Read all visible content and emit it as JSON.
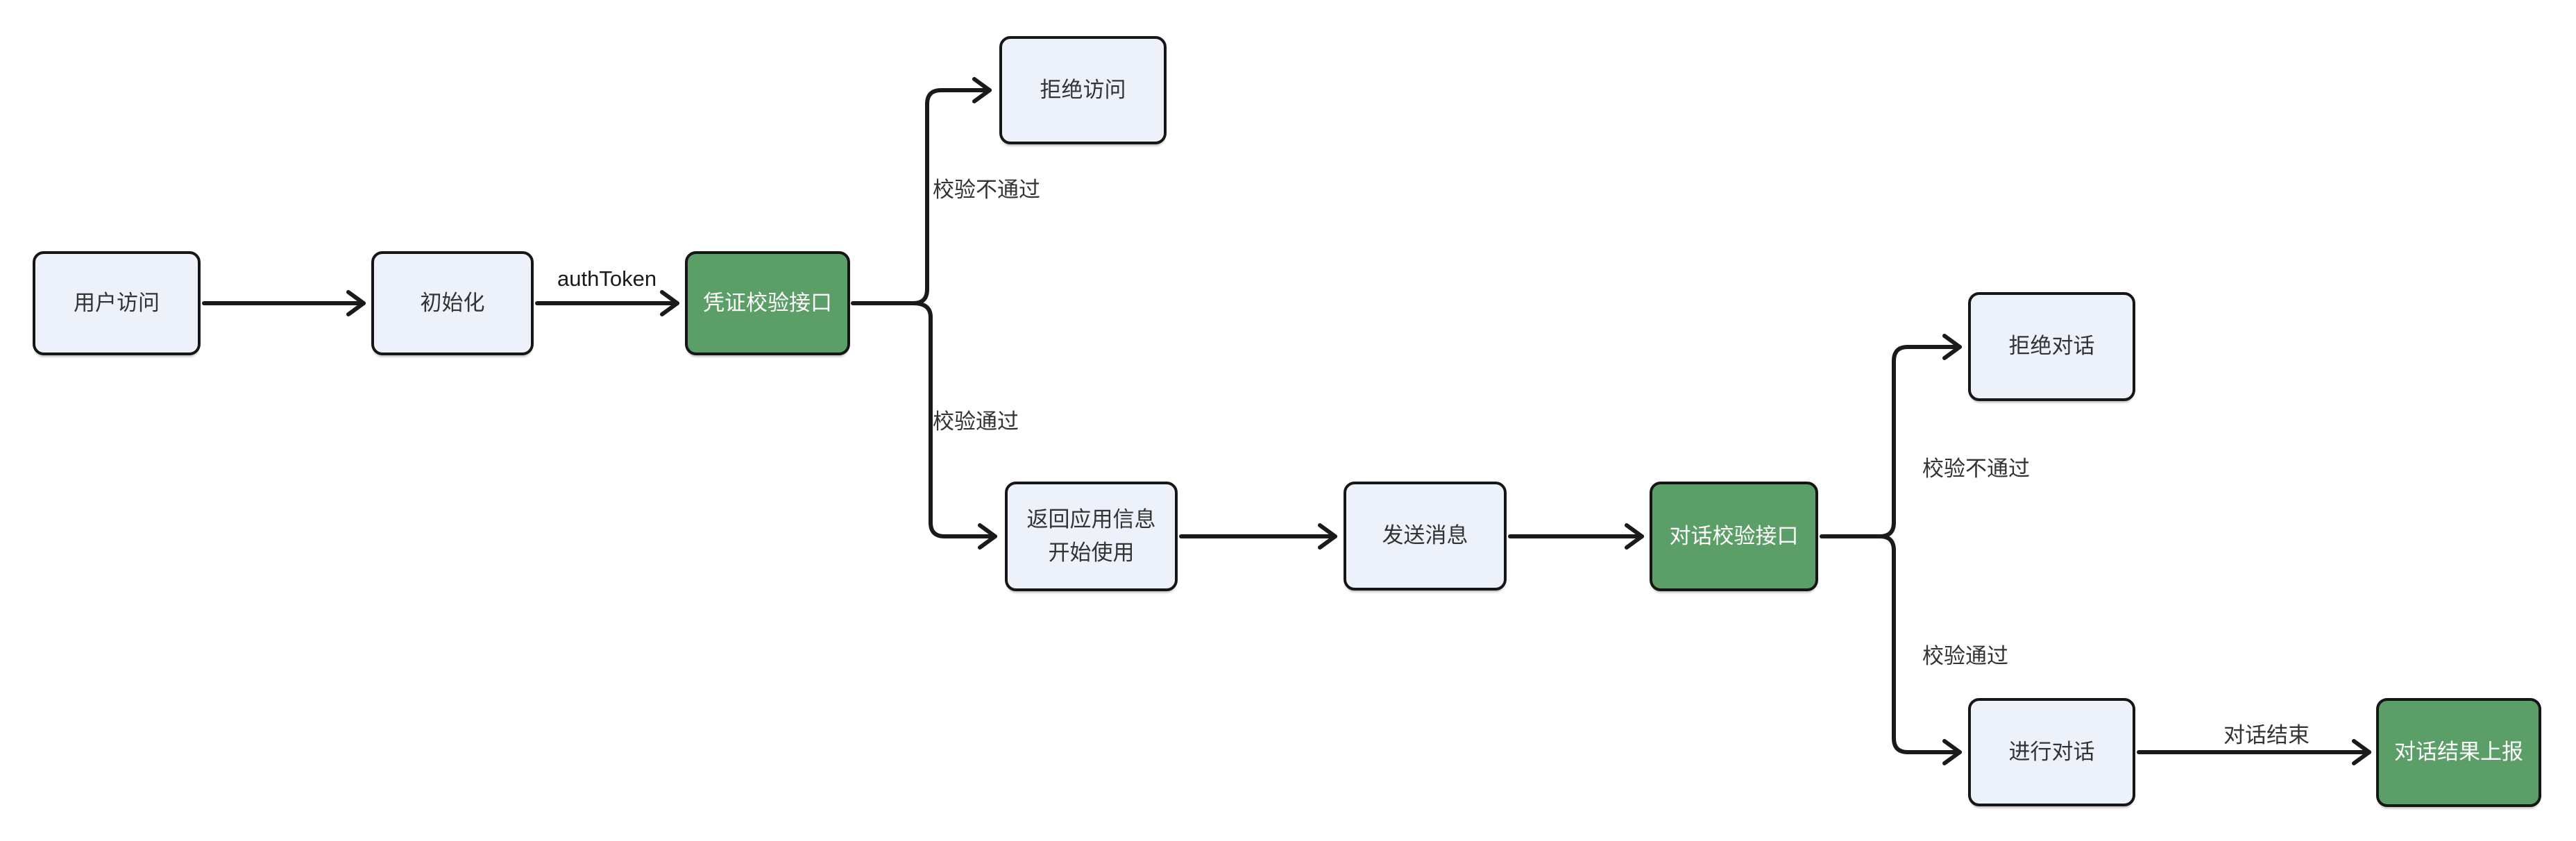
{
  "diagram": {
    "title": "auth-and-dialog-flowchart",
    "colors": {
      "background": "#ffffff",
      "node_fill": "#ecf1fa",
      "node_border": "#161616",
      "node_text": "#333333",
      "accent_fill": "#5c9e68",
      "accent_text": "#ffffff",
      "edge_stroke": "#1a1a1a",
      "edge_label_text": "#333333"
    },
    "nodes": {
      "user_access": {
        "label": "用户访问",
        "type": "default"
      },
      "init": {
        "label": "初始化",
        "type": "default"
      },
      "credential_check": {
        "label": "凭证校验接口",
        "type": "green"
      },
      "deny_access": {
        "label": "拒绝访问",
        "type": "default"
      },
      "return_app_info": {
        "label": "返回应用信息\n开始使用",
        "type": "default"
      },
      "send_message": {
        "label": "发送消息",
        "type": "default"
      },
      "dialog_check": {
        "label": "对话校验接口",
        "type": "green"
      },
      "deny_dialog": {
        "label": "拒绝对话",
        "type": "default"
      },
      "do_dialog": {
        "label": "进行对话",
        "type": "default"
      },
      "report_result": {
        "label": "对话结果上报",
        "type": "green"
      }
    },
    "edge_labels": {
      "auth_token": "authToken",
      "check_fail_1": "校验不通过",
      "check_pass_1": "校验通过",
      "check_fail_2": "校验不通过",
      "check_pass_2": "校验通过",
      "dialog_end": "对话结束"
    },
    "edges": [
      {
        "from": "user_access",
        "to": "init"
      },
      {
        "from": "init",
        "to": "credential_check",
        "label": "authToken"
      },
      {
        "from": "credential_check",
        "to": "deny_access",
        "label": "校验不通过"
      },
      {
        "from": "credential_check",
        "to": "return_app_info",
        "label": "校验通过"
      },
      {
        "from": "return_app_info",
        "to": "send_message"
      },
      {
        "from": "send_message",
        "to": "dialog_check"
      },
      {
        "from": "dialog_check",
        "to": "deny_dialog",
        "label": "校验不通过"
      },
      {
        "from": "dialog_check",
        "to": "do_dialog",
        "label": "校验通过"
      },
      {
        "from": "do_dialog",
        "to": "report_result",
        "label": "对话结束"
      }
    ]
  }
}
